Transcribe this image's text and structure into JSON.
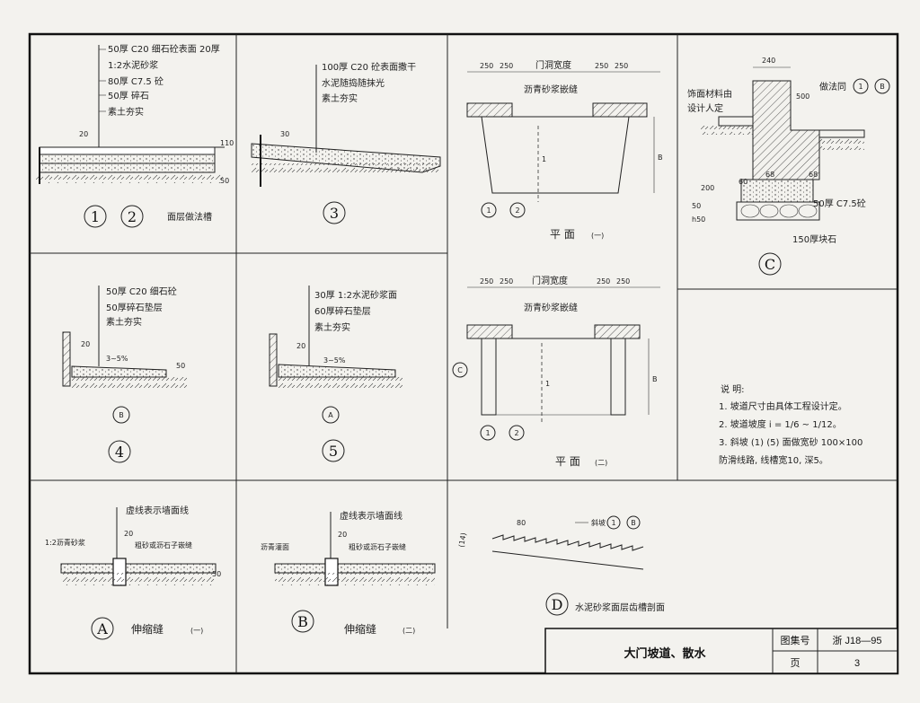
{
  "sheet": {
    "title": "大门坡道、散水",
    "atlas_label": "图集号",
    "atlas_no": "浙 J18—95",
    "page_label": "页",
    "page_no": "3"
  },
  "detail_12": {
    "n1": "1",
    "n2": "2",
    "caption": "面层做法槽",
    "layers": [
      "50厚 C20 细石砼表面 20厚",
      "1:2水泥砂浆",
      "80厚 C7.5 砼",
      "50厚 碎石",
      "素土夯实"
    ],
    "dim_20": "20",
    "dim_50": "50",
    "dim_110": "110"
  },
  "detail_3": {
    "n": "3",
    "layers": [
      "100厚 C20 砼表面撒干",
      "水泥随捣随抹光",
      "素土夯实"
    ],
    "dim_30": "30"
  },
  "plan_1": {
    "caption": "平   面",
    "caption_suffix": "(一)",
    "door_width": "门洞宽度",
    "dims": [
      "250",
      "250",
      "250",
      "250"
    ],
    "joint_label": "沥青砂浆嵌缝",
    "dim_B": "B",
    "dim_mid": "1",
    "ref_a": "1",
    "ref_b": "2"
  },
  "detail_C": {
    "n": "C",
    "dim_240": "240",
    "dim_500": "500",
    "dim_60": "60",
    "dim_200": "200",
    "dim_50": "50",
    "dim_h50": "h50",
    "dim_68a": "68",
    "dim_68b": "68",
    "label_finish": "饰面材料由",
    "label_finish2": "设计人定",
    "label_ref": "做法同",
    "ref_a": "1",
    "ref_b": "B",
    "label_c75": "50厚 C7.5砼",
    "label_stone": "150厚块石"
  },
  "detail_4": {
    "n": "4",
    "layers": [
      "50厚 C20 细石砼",
      "50厚碎石垫层",
      "素土夯实"
    ],
    "slope": "3~5%",
    "dim_20": "20",
    "dim_50": "50",
    "ref": "B"
  },
  "detail_5": {
    "n": "5",
    "layers": [
      "30厚 1:2水泥砂浆面",
      "60厚碎石垫层",
      "素土夯实"
    ],
    "slope": "3~5%",
    "dim_20": "20",
    "ref": "A"
  },
  "plan_2": {
    "caption": "平   面",
    "caption_suffix": "(二)",
    "door_width": "门洞宽度",
    "dims": [
      "250",
      "250",
      "250",
      "250"
    ],
    "joint_label": "沥青砂浆嵌缝",
    "dim_B": "B",
    "dim_mid": "1",
    "ref_c": "C",
    "ref_a": "1",
    "ref_b": "2"
  },
  "notes": {
    "heading": "说  明:",
    "lines": [
      "1. 坡道尺寸由具体工程设计定。",
      "2. 坡道坡度 i = 1/6 ~ 1/12。",
      "3. 斜坡 (1) (5) 面做宽砂 100×100",
      "   防滑线路, 线槽宽10, 深5。"
    ]
  },
  "detail_A": {
    "n": "A",
    "caption": "伸缩缝",
    "caption_suffix": "(一)",
    "label_top": "虚线表示墙面线",
    "label_left": "1:2沥青砂浆",
    "label_right": "粗砂或沥石子嵌缝",
    "dim_20": "20",
    "dim_50": "50"
  },
  "detail_B": {
    "n": "B",
    "caption": "伸缩缝",
    "caption_suffix": "(二)",
    "label_top": "虚线表示墙面线",
    "label_left": "沥青灌面",
    "label_right": "粗砂或沥石子嵌缝",
    "dim_20": "20"
  },
  "detail_D": {
    "n": "D",
    "caption": "水泥砂浆面层齿槽剖面",
    "dim_80": "80",
    "dim_left": "(14)",
    "ref_label": "斜坡",
    "ref_a": "1",
    "ref_b": "B"
  }
}
